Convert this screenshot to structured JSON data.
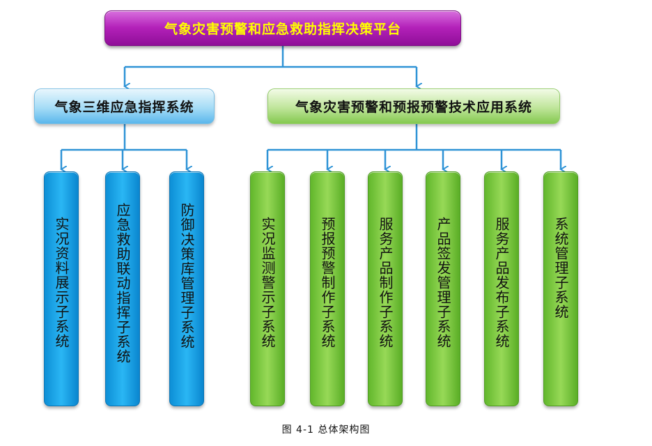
{
  "root": {
    "label": "气象灾害预警和应急救助指挥决策平台"
  },
  "systems": [
    {
      "label": "气象三维应急指挥系统",
      "subsystems": [
        "实况资料展示子系统",
        "应急救助联动指挥子系统",
        "防御决策库管理子系统"
      ]
    },
    {
      "label": "气象灾害预警和预报预警技术应用系统",
      "subsystems": [
        "实况监测警示子系统",
        "预报预警制作子系统",
        "服务产品制作子系统",
        "产品签发管理子系统",
        "服务产品发布子系统",
        "系统管理子系统"
      ]
    }
  ],
  "caption": "图  4-1  总体架构图",
  "colors": {
    "root": "#b321b9",
    "root_text": "#ffff00",
    "blue": "#1aa6e8",
    "green": "#7cc843",
    "connector": "#2e93d6"
  }
}
